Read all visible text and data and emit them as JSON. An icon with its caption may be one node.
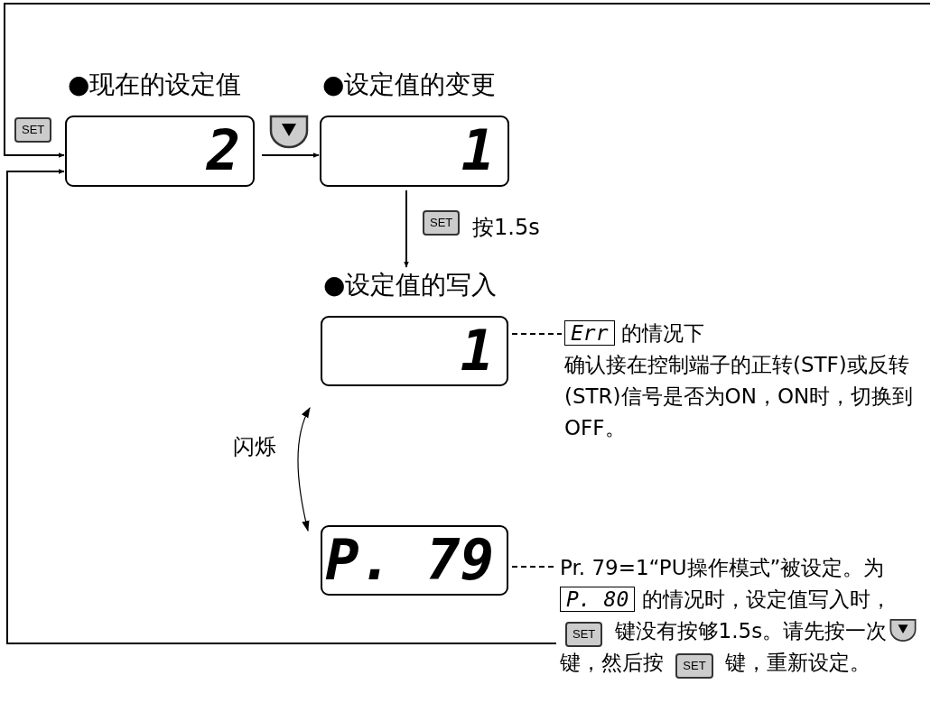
{
  "diagram": {
    "nodes": [
      {
        "text": [
          "●现在的设定值",
          "2"
        ]
      },
      {
        "text": [
          "●设定值的变更",
          "1"
        ]
      },
      {
        "text": [
          "●设定值的写入",
          "1"
        ]
      },
      {
        "text": [
          "P. 79"
        ]
      },
      {
        "text": [
          "Err",
          "的情况下",
          "确认接在控制端子的正转(STF)或反转(STR)信号是否为ON，ON时，切换到OFF。"
        ]
      },
      {
        "text": [
          "Pr. 79=1“PU操作模式”被设定。为",
          "P. 80",
          "的情况时，设定值写入时，",
          "SET",
          "键没有按够1.5s。请先按一次",
          "键，然后按",
          "SET",
          "键，重新设定。"
        ]
      }
    ],
    "edges": [
      {
        "from": null,
        "to": 0,
        "arrow": "to"
      },
      {
        "from": 5,
        "to": 0,
        "arrow": "to"
      },
      {
        "from": 0,
        "to": 1,
        "arrow": "to"
      },
      {
        "from": 1,
        "to": 2,
        "arrow": "to",
        "label": "按1.5s"
      },
      {
        "from": 2,
        "to": 3,
        "arrow": "both",
        "label": "闪烁"
      },
      {
        "from": 2,
        "to": 4,
        "arrow": "none",
        "style": "dashed"
      },
      {
        "from": 3,
        "to": 5,
        "arrow": "none",
        "style": "dashed"
      }
    ],
    "labels": [
      "SET",
      "SET"
    ]
  }
}
